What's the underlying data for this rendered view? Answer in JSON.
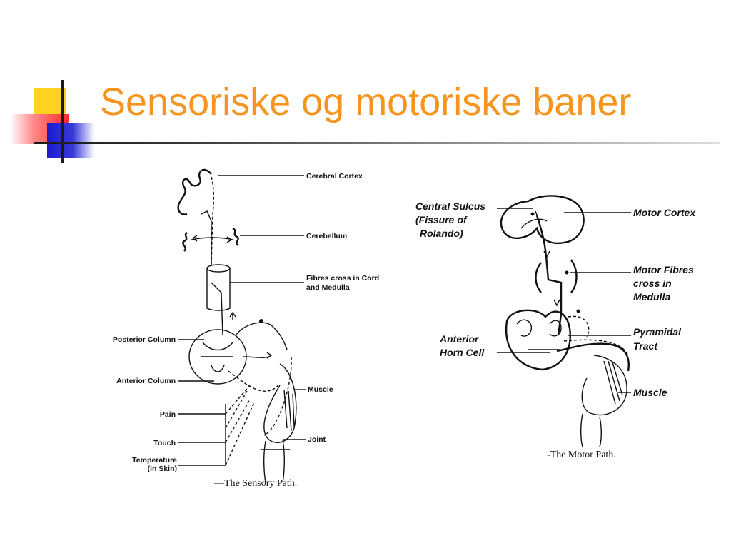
{
  "slide": {
    "title": "Sensoriske og motoriske baner"
  },
  "sensory": {
    "caption": "—The Sensory Path.",
    "labels": {
      "cerebral_cortex": "Cerebral Cortex",
      "cerebellum": "Cerebellum",
      "fibres_cross_1": "Fibres cross in Cord",
      "fibres_cross_2": "and Medulla",
      "posterior_column": "Posterior Column",
      "anterior_column": "Anterior Column",
      "muscle": "Muscle",
      "pain": "Pain",
      "touch": "Touch",
      "joint": "Joint",
      "temperature_1": "Temperature",
      "temperature_2": "(in Skin)"
    }
  },
  "motor": {
    "caption": "-The Motor Path.",
    "labels": {
      "central_sulcus_1": "Central Sulcus",
      "central_sulcus_2": "(Fissure of",
      "central_sulcus_3": "Rolando)",
      "motor_cortex": "Motor Cortex",
      "motor_fibres_1": "Motor Fibres",
      "motor_fibres_2": "cross in",
      "motor_fibres_3": "Medulla",
      "anterior_horn_1": "Anterior",
      "anterior_horn_2": "Horn Cell",
      "pyramidal_1": "Pyramidal",
      "pyramidal_2": "Tract",
      "muscle": "Muscle"
    }
  }
}
